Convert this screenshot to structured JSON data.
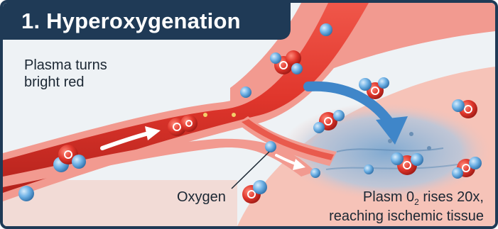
{
  "title": "1. Hyperoxygenation",
  "labels": {
    "plasma_line1": "Plasma turns",
    "plasma_line2": "bright red",
    "oxygen": "Oxygen",
    "o2_rise_prefix": "Plasm 0",
    "o2_rise_sub": "2",
    "o2_rise_suffix": " rises 20x,",
    "o2_rise_line2": "reaching ischemic tissue"
  },
  "colors": {
    "title_bg": "#1f3a56",
    "vessel_red": "#e0362c",
    "vessel_dark": "#b3221c",
    "vessel_wall": "#f29a90",
    "tissue_pink": "#f6c3b8",
    "ischemic_blue": "#8fb5d6",
    "oxygen_blue": "#5ea6dc",
    "flow_arrow": "#ffffff",
    "diffusion_arrow": "#3f86c9"
  },
  "icons": [
    "o2-molecule-icon",
    "oxygen-bubble-icon",
    "flow-arrow-icon",
    "diffusion-arrow-icon"
  ]
}
